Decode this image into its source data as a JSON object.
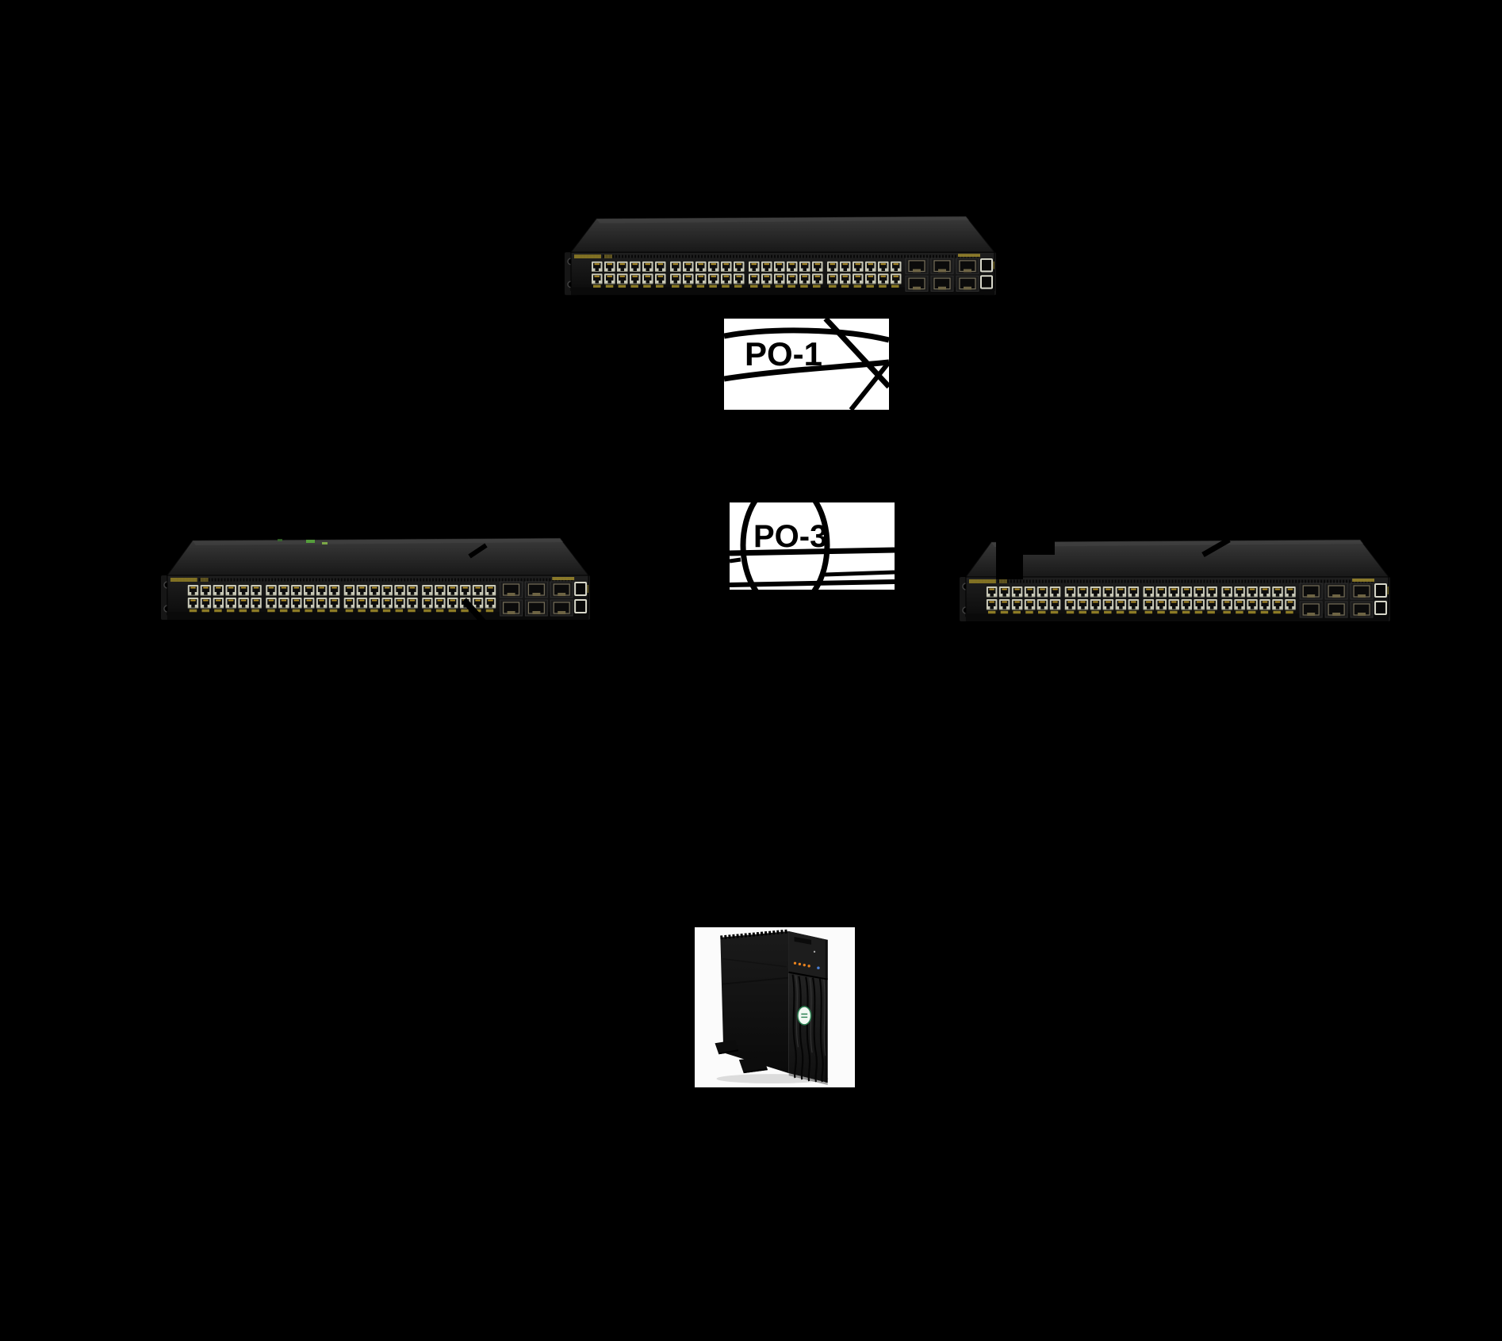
{
  "port_channels": {
    "po1": {
      "label": "PO-1"
    },
    "po3": {
      "label": "PO-3"
    }
  },
  "nodes": {
    "top_switch": "rack-switch-48-port",
    "left_switch": "rack-switch-48-port",
    "right_switch": "rack-switch-48-port",
    "server": "tower-server"
  },
  "colors": {
    "background": "#000000",
    "label_box_background": "#ffffff",
    "label_text": "#000000",
    "connection_line": "#000000",
    "switch_chassis": "#1c1c1c",
    "port_frame": "#c9c9b8",
    "port_label_yellow": "#8d7b26",
    "server_logo_green": "#2a8050",
    "led_orange": "#e8821e",
    "led_blue": "#4a7fd4"
  }
}
